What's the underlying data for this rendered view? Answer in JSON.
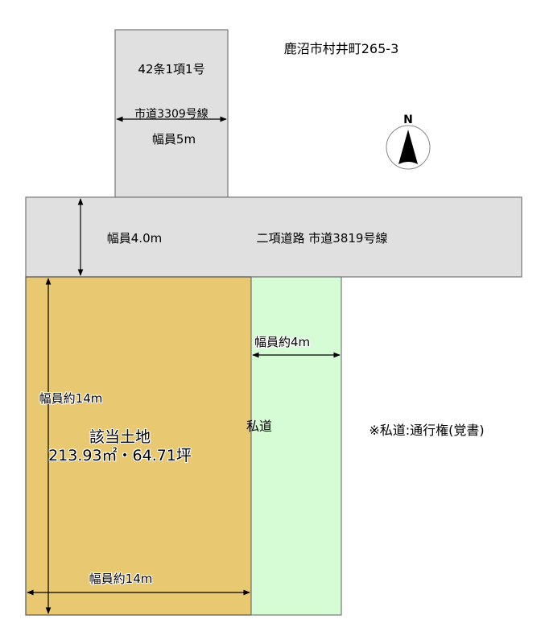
{
  "address": "鹿沼市村井町265-3",
  "compass": {
    "label": "N",
    "icon": "north-arrow-icon"
  },
  "north_road": {
    "type": "42条1項1号",
    "name": "市道3309号線",
    "width": "幅員5m"
  },
  "main_road": {
    "name": "二項道路 市道3819号線",
    "width": "幅員4.0m"
  },
  "subject_land": {
    "title": "該当土地",
    "area": "213.93㎡・64.71坪",
    "depth": "幅員約14m",
    "frontage": "幅員約14m"
  },
  "private_road": {
    "label": "私道",
    "width": "幅員約4m",
    "note": "※私道:通行権(覚書)"
  },
  "colors": {
    "road": "#e0e0e0",
    "land": "#e8c870",
    "private_road": "#d6fcd6",
    "border": "#777777"
  }
}
